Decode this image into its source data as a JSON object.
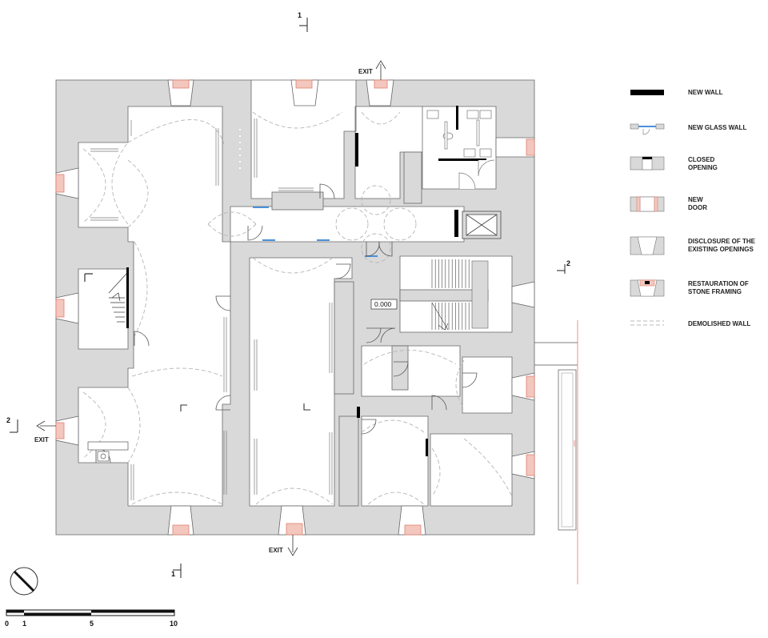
{
  "labels": {
    "exit_top": "EXIT",
    "exit_left": "EXIT",
    "exit_bottom": "EXIT",
    "section_1_top": "1",
    "section_1_bottom": "1",
    "section_2_left": "2",
    "section_2_right": "2",
    "level": "0.000"
  },
  "legend": [
    {
      "key": "new_wall",
      "lines": [
        "NEW WALL"
      ]
    },
    {
      "key": "new_glass_wall",
      "lines": [
        "NEW GLASS WALL"
      ]
    },
    {
      "key": "closed_opening",
      "lines": [
        "CLOSED",
        "OPENING"
      ]
    },
    {
      "key": "new_door",
      "lines": [
        "NEW",
        "DOOR"
      ]
    },
    {
      "key": "disclosure",
      "lines": [
        "DISCLOSURE OF THE",
        "EXISTING OPENINGS"
      ]
    },
    {
      "key": "restauration",
      "lines": [
        "RESTAURATION OF",
        "STONE FRAMING"
      ]
    },
    {
      "key": "demolished",
      "lines": [
        "DEMOLISHED WALL"
      ]
    }
  ],
  "scale_bar": {
    "ticks": [
      "0",
      "1",
      "5",
      "10"
    ]
  },
  "colors": {
    "wall_fill": "#d9d9d9",
    "new_wall": "#000000",
    "glass_wall": "#4a90d9",
    "restoration": "#e08070",
    "demolished": "#b8b8b8",
    "line": "#555555",
    "site_line": "#e07a6a"
  }
}
